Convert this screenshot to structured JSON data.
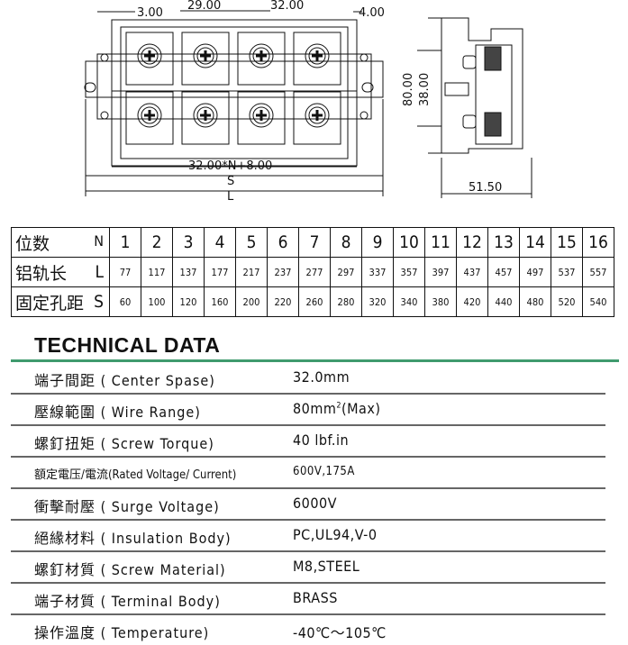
{
  "drawing": {
    "dim_left_margin": "3.00",
    "dim_first_pitch": "29.00",
    "dim_pitch": "32.00",
    "dim_right_margin": "4.00",
    "dim_formula": "32.00*N+8.00",
    "dim_s": "S",
    "dim_l": "L",
    "dim_height_total": "80.00",
    "dim_height_inner": "38.00",
    "dim_depth": "51.50"
  },
  "table": {
    "header": {
      "label": "位数",
      "symbol": "N",
      "values": [
        "1",
        "2",
        "3",
        "4",
        "5",
        "6",
        "7",
        "8",
        "9",
        "10",
        "11",
        "12",
        "13",
        "14",
        "15",
        "16"
      ]
    },
    "rows": [
      {
        "label": "铝轨长",
        "symbol": "L",
        "values": [
          "77",
          "117",
          "137",
          "177",
          "217",
          "237",
          "277",
          "297",
          "337",
          "357",
          "397",
          "437",
          "457",
          "497",
          "537",
          "557"
        ]
      },
      {
        "label": "固定孔距",
        "symbol": "S",
        "values": [
          "60",
          "100",
          "120",
          "160",
          "200",
          "220",
          "260",
          "280",
          "320",
          "340",
          "380",
          "420",
          "440",
          "480",
          "520",
          "540"
        ]
      }
    ]
  },
  "technical": {
    "title": "TECHNICAL DATA",
    "accent_color": "#3f9a6e",
    "rows": [
      {
        "label": "端子間距 ( Center Spase)",
        "value": "32.0mm"
      },
      {
        "label": "壓線範圍 ( Wire Range)",
        "value": "80mm",
        "value_sup": "2",
        "value_suffix": "(Max)"
      },
      {
        "label": "螺釘扭矩 ( Screw Torque)",
        "value": "40 lbf.in"
      },
      {
        "label": "額定電压/電流(Rated Voltage/ Current)",
        "value": "600V,175A"
      },
      {
        "label": "衝擊耐壓 ( Surge Voltage)",
        "value": "6000V"
      },
      {
        "label": "絕緣材料 ( Insulation Body)",
        "value": "PC,UL94,V-0"
      },
      {
        "label": "螺釘材質 ( Screw Material)",
        "value": "M8,STEEL"
      },
      {
        "label": "端子材質 ( Terminal Body)",
        "value": "BRASS"
      },
      {
        "label": "操作溫度 ( Temperature)",
        "value": "-40℃～105℃"
      }
    ]
  }
}
